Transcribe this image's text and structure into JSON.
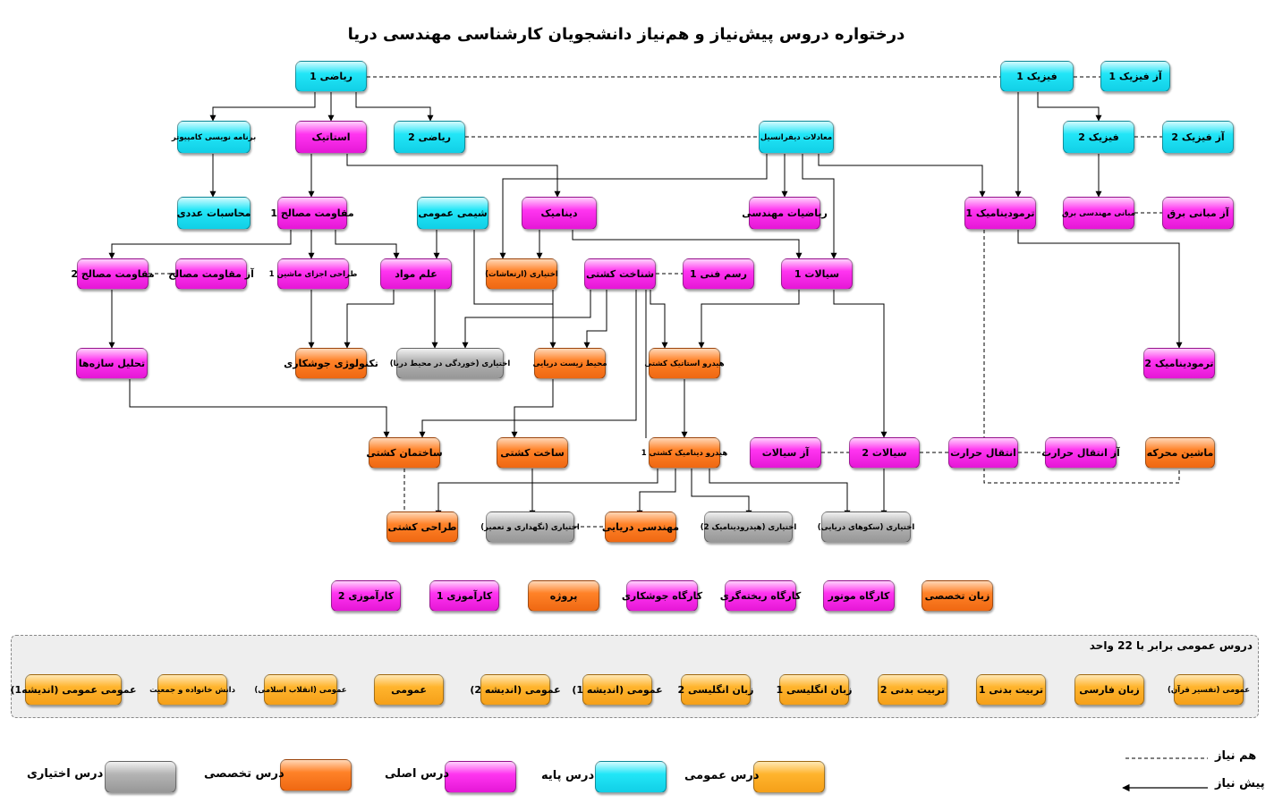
{
  "title": "درختواره دروس پیش‌نیاز و هم‌نیاز دانشجویان کارشناسی مهندسی دریا",
  "colors": {
    "base": "#22e6f7",
    "main": "#ff35f0",
    "specialized": "#ff8228",
    "elective": "#b4b4b4",
    "general": "#ffb42d",
    "edge": "#000000"
  },
  "nodes": {
    "math1": "ریاضی 1",
    "physics1": "فیزیک 1",
    "physics1_lab": "آز فیزیک 1",
    "programming": "برنامه نویسی کامپیوتر",
    "statics": "استاتیک",
    "math2": "ریاضی 2",
    "diff_eq": "معادلات دیفرانسیل",
    "physics2": "فیزیک 2",
    "physics2_lab": "آز فیزیک 2",
    "numerical": "محاسبات عددی",
    "strength1": "مقاومت مصالح 1",
    "gen_chem": "شیمی عمومی",
    "dynamics": "دینامیک",
    "eng_math": "ریاضیات مهندسی",
    "thermo1": "ترمودینامیک 1",
    "elec_eng": "مبانی مهندسی برق",
    "elec_lab": "آز مبانی برق",
    "strength2": "مقاومت مصالح 2",
    "strength_lab": "آز مقاومت مصالح",
    "machine_design": "طراحی اجزای ماشین 1",
    "materials": "علم مواد",
    "vibration_elec": "اختیاری (ارتعاشات)",
    "ship_knowledge": "شناخت کشتی",
    "drawing1": "رسم فنی 1",
    "fluids1": "سیالات 1",
    "structure_analysis": "تحلیل سازه‌ها",
    "welding_tech": "تکنولوژی جوشکاری",
    "corrosion_elec": "اختیاری (خوردگی در محیط دریا)",
    "marine_env": "محیط زیست دریایی",
    "hydrostatics": "هیدرو استاتیک کشتی",
    "thermo2": "ترمودینامیک 2",
    "ship_structure": "ساختمان کشتی",
    "shipbuilding": "ساخت کشتی",
    "hydrodynamics1": "هیدرو دینامیک کشتی 1",
    "fluids_lab": "آز سیالات",
    "fluids2": "سیالات 2",
    "heat_transfer": "انتقال حرارت",
    "heat_lab": "آز انتقال حرارت",
    "engines": "ماشین محرکه",
    "ship_design": "طراحی کشتی",
    "maintenance_elec": "اختیاری (نگهداری و تعمیر)",
    "marine_eng": "مهندسی دریایی",
    "hydrodynamics2_elec": "اختیاری (هیدرودینامیک 2)",
    "offshore_elec": "اختیاری (سکوهای دریایی)"
  },
  "workshops": [
    "زبان تخصصی",
    "کارگاه موتور",
    "کارگاه ریخته‌گری",
    "کارگاه جوشکاری",
    "پروژه",
    "کارآموزی 1",
    "کارآموزی 2"
  ],
  "general_courses": {
    "header": "دروس عمومی برابر با 22 واحد",
    "items": [
      "عمومی (تفسیر قرآن)",
      "زبان فارسی",
      "تربیت بدنی 1",
      "تربیت بدنی 2",
      "زبان انگلیسی 1",
      "زبان انگلیسی 2",
      "عمومی (اندیشه 1)",
      "عمومی (اندیشه 2)",
      "عمومی",
      "عمومی (انقلاب اسلامی)",
      "دانش خانواده و جمعیت",
      "عمومی عمومی (اندیشه1)"
    ]
  },
  "legend": {
    "general": "درس عمومی",
    "base": "درس پایه",
    "main": "درس اصلی",
    "specialized": "درس تخصصی",
    "elective": "درس اختیاری",
    "corequisite": "هم نیاز",
    "prerequisite": "پیش نیاز"
  }
}
